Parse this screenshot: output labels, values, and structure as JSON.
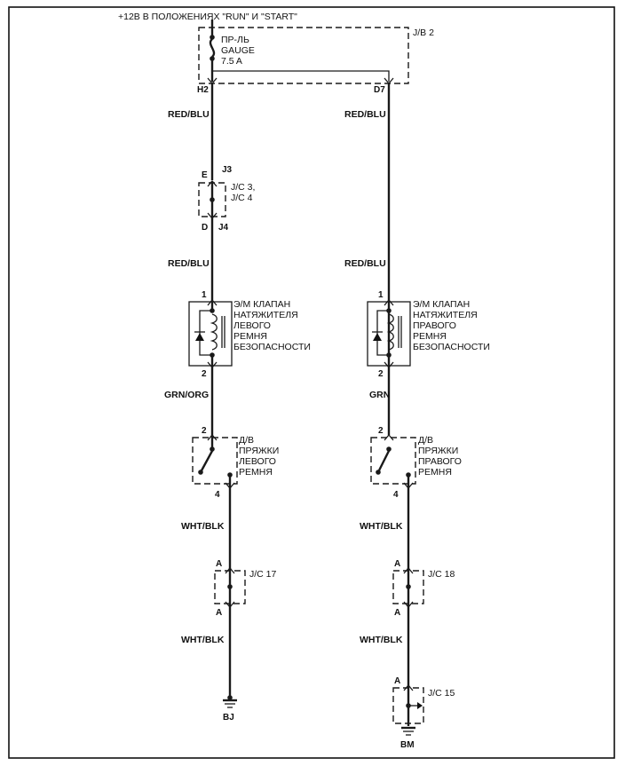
{
  "title": "+12В В ПОЛОЖЕНИЯХ \"RUN\" И \"START\"",
  "jb": {
    "name": "J/B 2",
    "fuse_line1": "ПР-ЛЬ",
    "fuse_line2": "GAUGE",
    "fuse_line3": "7.5 A",
    "pin_left": "H2",
    "pin_right": "D7"
  },
  "left": {
    "wire1": "RED/BLU",
    "jc34": {
      "pin_top": "E",
      "conn_top": "J3",
      "label1": "J/C 3,",
      "label2": "J/C 4",
      "pin_bottom": "D",
      "conn_bottom": "J4"
    },
    "wire2": "RED/BLU",
    "solenoid": {
      "pin_top": "1",
      "pin_bottom": "2",
      "line1": "Э/М КЛАПАН",
      "line2": "НАТЯЖИТЕЛЯ",
      "line3": "ЛЕВОГО",
      "line4": "РЕМНЯ",
      "line5": "БЕЗОПАСНОСТИ"
    },
    "wire3": "GRN/ORG",
    "switch": {
      "pin_top": "2",
      "pin_bottom": "4",
      "line1": "Д/В",
      "line2": "ПРЯЖКИ",
      "line3": "ЛЕВОГО",
      "line4": "РЕМНЯ"
    },
    "wire4": "WHT/BLK",
    "jc": {
      "pin_top": "A",
      "label": "J/C 17",
      "pin_bottom": "A"
    },
    "wire5": "WHT/BLK",
    "ground": "BJ"
  },
  "right": {
    "wire1": "RED/BLU",
    "wire2": "RED/BLU",
    "solenoid": {
      "pin_top": "1",
      "pin_bottom": "2",
      "line1": "Э/М КЛАПАН",
      "line2": "НАТЯЖИТЕЛЯ",
      "line3": "ПРАВОГО",
      "line4": "РЕМНЯ",
      "line5": "БЕЗОПАСНОСТИ"
    },
    "wire3": "GRN",
    "switch": {
      "pin_top": "2",
      "pin_bottom": "4",
      "line1": "Д/В",
      "line2": "ПРЯЖКИ",
      "line3": "ПРАВОГО",
      "line4": "РЕМНЯ"
    },
    "wire4": "WHT/BLK",
    "jc": {
      "pin_top": "A",
      "label": "J/C 18",
      "pin_bottom": "A"
    },
    "wire5": "WHT/BLK",
    "jc_ground": {
      "pin_top": "A",
      "label": "J/C 15"
    },
    "ground": "BM"
  }
}
